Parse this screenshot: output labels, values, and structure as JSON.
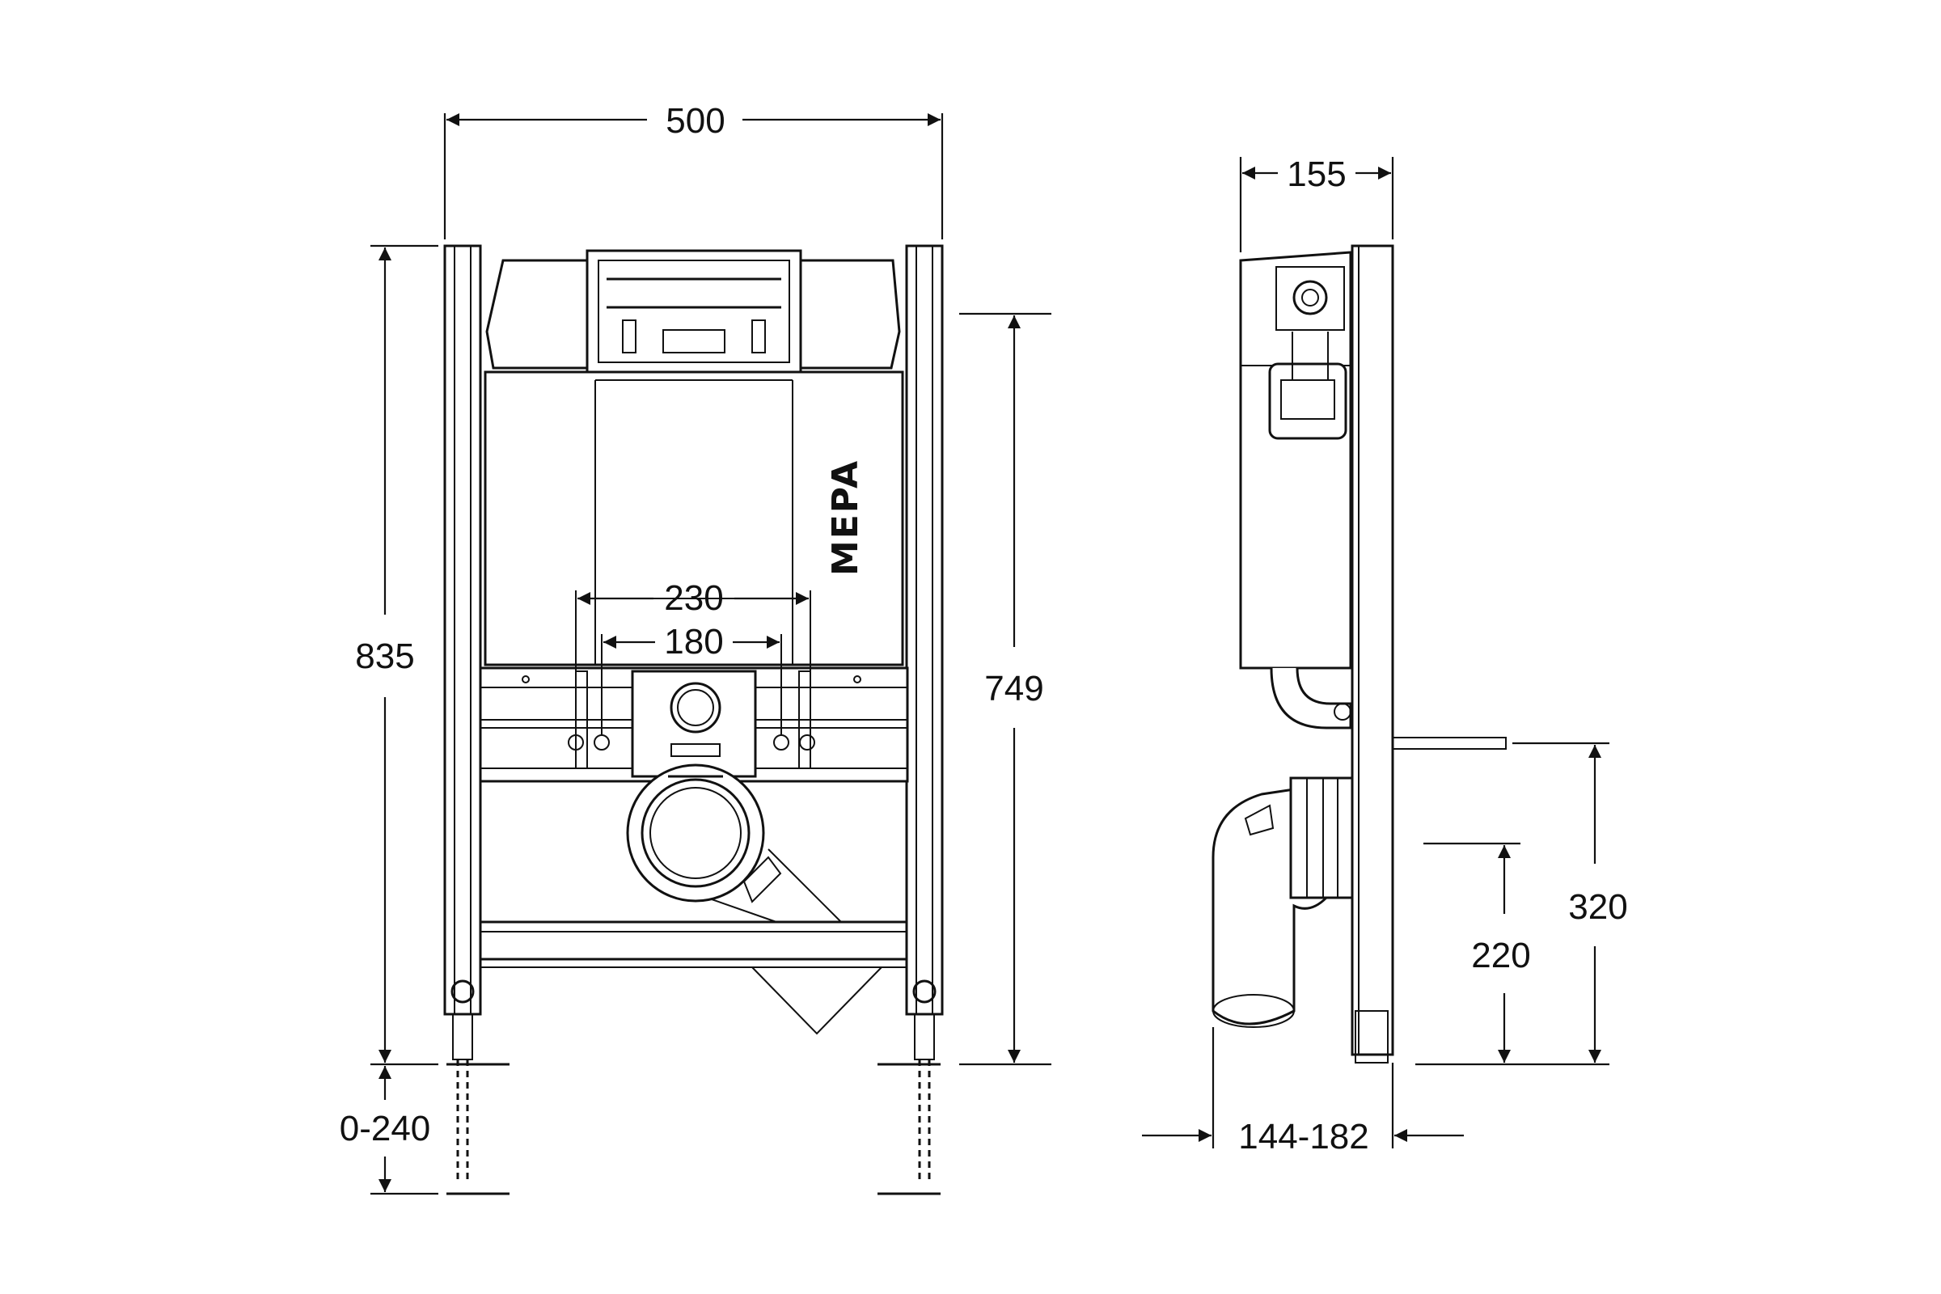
{
  "logo": "MEPA",
  "front_view": {
    "width_label": "500",
    "height_label": "835",
    "inner_height_label": "749",
    "leg_adjust_label": "0-240",
    "outer_spacing_label": "230",
    "inner_spacing_label": "180"
  },
  "side_view": {
    "depth_label": "155",
    "upper_height_label": "320",
    "lower_height_label": "220",
    "offset_range_label": "144-182"
  }
}
